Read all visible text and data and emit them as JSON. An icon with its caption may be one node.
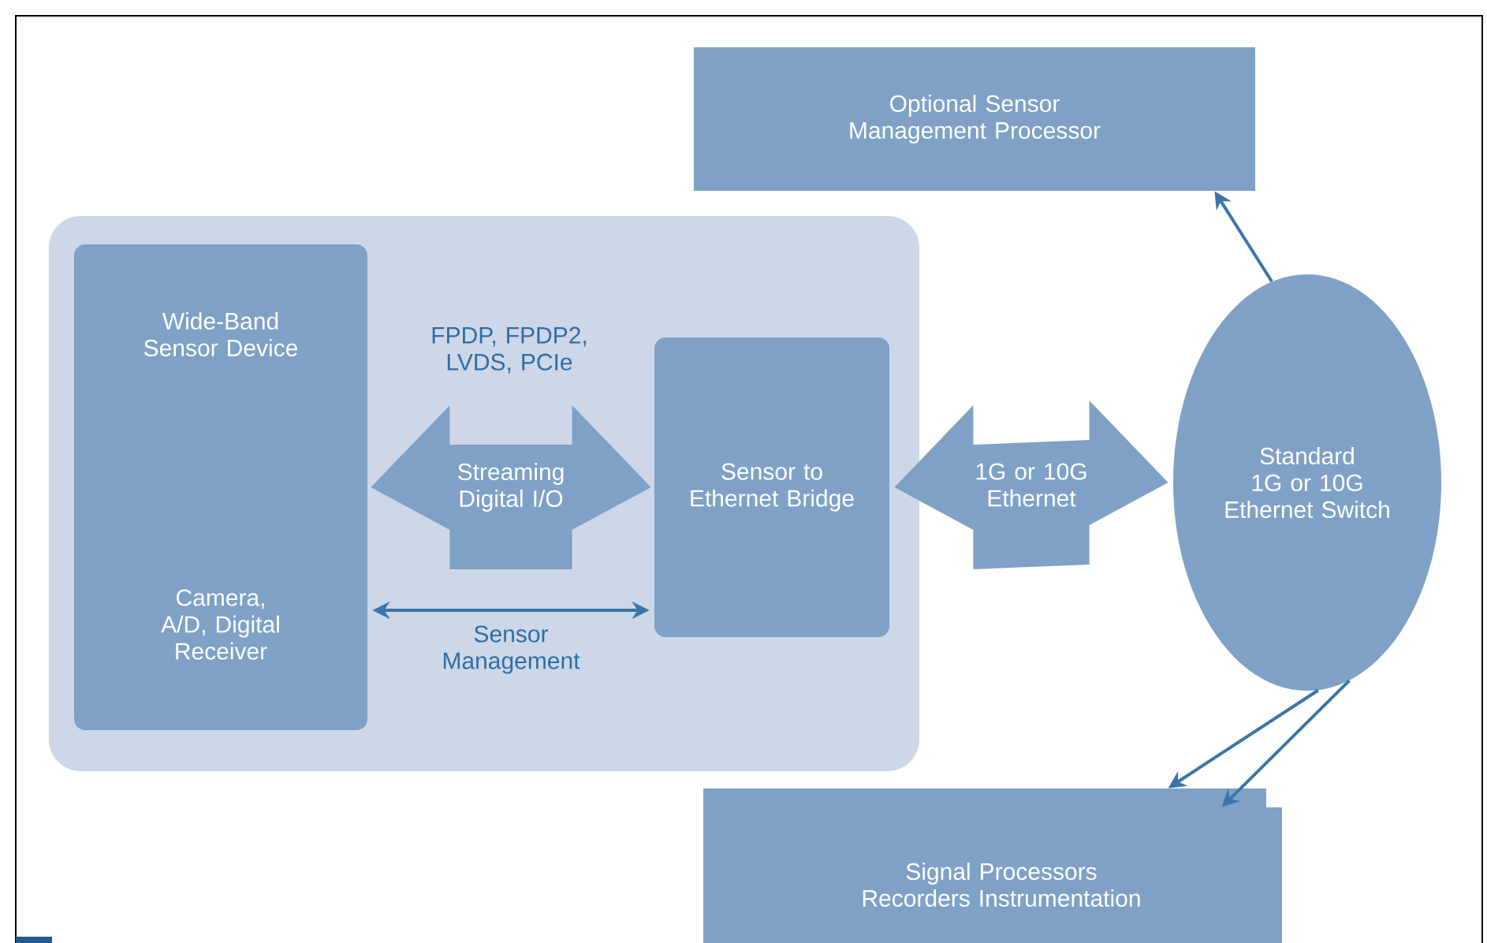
{
  "diagram": {
    "nodes": [
      {
        "text": [
          "Optional Sensor Management Processor"
        ]
      },
      {
        "text": [],
        "shape": "box"
      },
      {
        "text": [
          "Wide-Band Sensor Device",
          "Camera, A/D, Digital Receiver"
        ],
        "in": 1
      },
      {
        "text": [
          "Sensor to Ethernet Bridge"
        ],
        "in": 1
      },
      {
        "text": [
          "Standard 1G or 10G Ethernet Switch"
        ]
      },
      {
        "text": [],
        "shape": "box"
      },
      {
        "text": [
          "Signal Processors Recorders Instrumentation"
        ]
      }
    ],
    "edges": [
      {
        "from": 2,
        "to": 3,
        "arrow": "both",
        "label": "Streaming Digital I/O",
        "style": "thick"
      },
      {
        "from": 2,
        "to": 3,
        "arrow": "both",
        "label": "Sensor Management"
      },
      {
        "from": 3,
        "to": 4,
        "arrow": "both",
        "label": "1G or 10G Ethernet",
        "style": "thick"
      },
      {
        "from": 4,
        "to": 0,
        "arrow": "to"
      },
      {
        "from": 4,
        "to": 5,
        "arrow": "to"
      },
      {
        "from": 4,
        "to": 6,
        "arrow": "to"
      }
    ],
    "labels": [
      "FPDP, FPDP2, LVDS, PCIe"
    ]
  }
}
